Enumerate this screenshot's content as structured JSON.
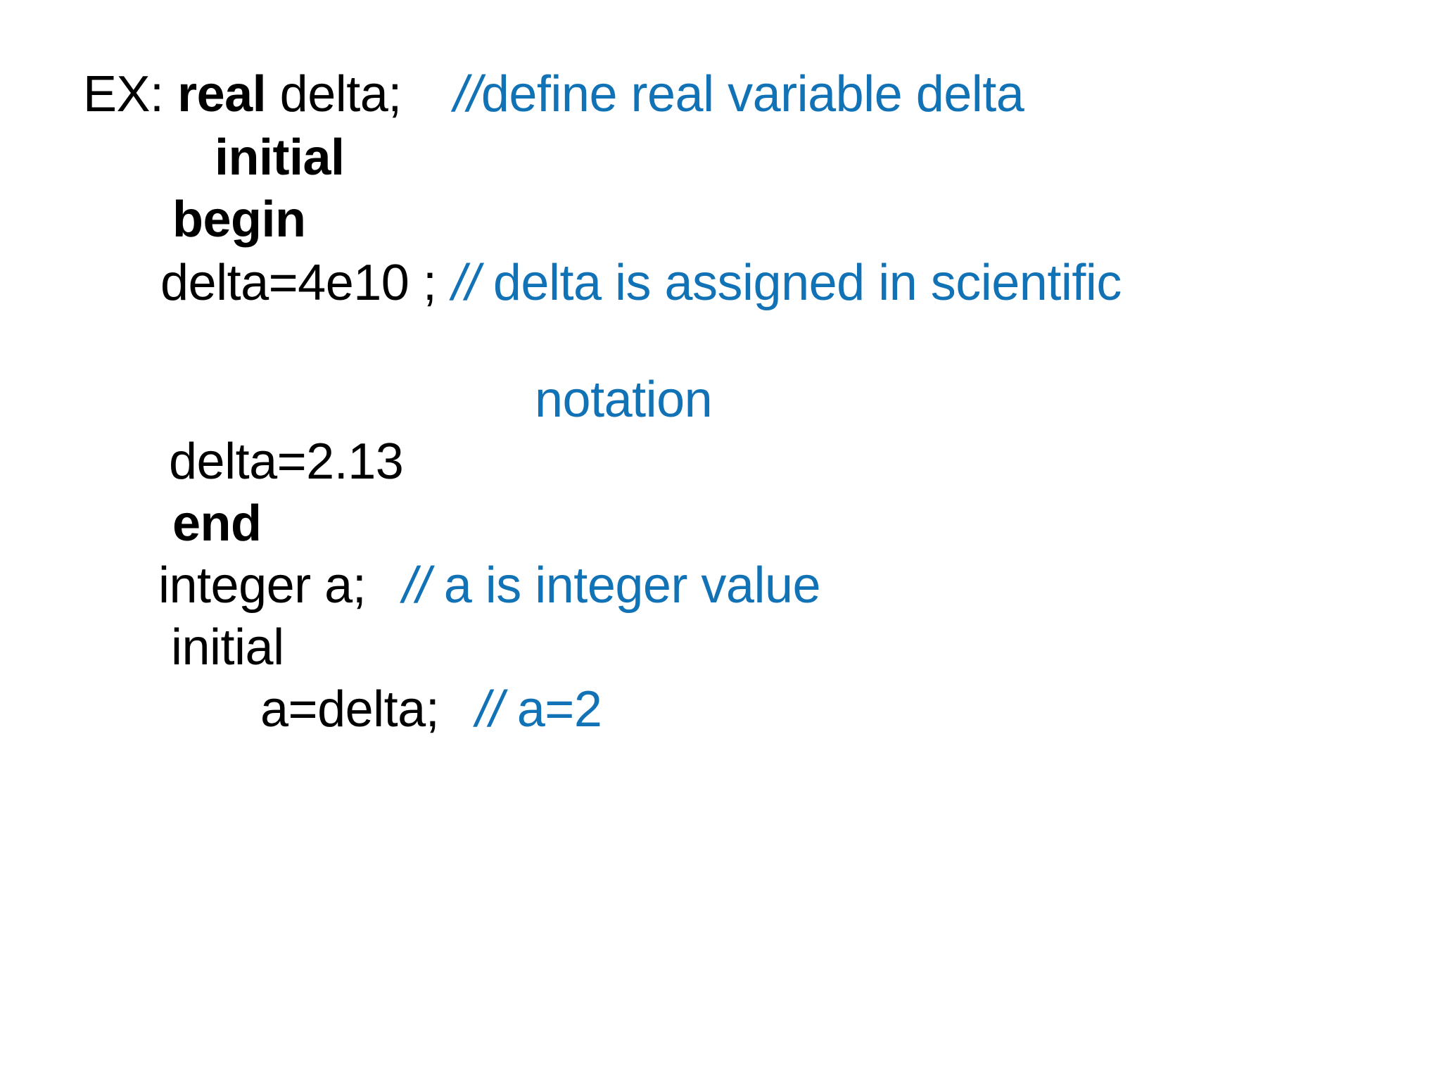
{
  "slide": {
    "background_color": "#FFFFFF",
    "code_color": "#000000",
    "comment_color": "#1272B6",
    "lines": [
      {
        "id": "line-declare-delta",
        "prefix": "EX: ",
        "keyword": "real",
        "code": " delta;",
        "comment_mark": "//",
        "comment_text": "define real variable delta"
      },
      {
        "id": "line-initial-1",
        "keyword": "initial",
        "code": "",
        "comment_mark": "",
        "comment_text": ""
      },
      {
        "id": "line-begin",
        "keyword": "begin",
        "code": "",
        "comment_mark": "",
        "comment_text": ""
      },
      {
        "id": "line-assign-delta-4e10",
        "prefix": "",
        "keyword": "",
        "code": "delta=4e10 ;",
        "comment_mark": "//",
        "comment_text": " delta is assigned in scientific"
      },
      {
        "id": "line-notation-continuation",
        "comment_text": "notation"
      },
      {
        "id": "line-assign-delta-213",
        "code": "delta=2.13"
      },
      {
        "id": "line-end",
        "keyword": "end"
      },
      {
        "id": "line-declare-integer-a",
        "code": "integer a;",
        "comment_mark": "//",
        "comment_text": " a is integer value"
      },
      {
        "id": "line-initial-2",
        "code": "initial"
      },
      {
        "id": "line-assign-a-delta",
        "code": "a=delta;",
        "comment_mark": "//",
        "comment_text": " a=2"
      }
    ]
  }
}
